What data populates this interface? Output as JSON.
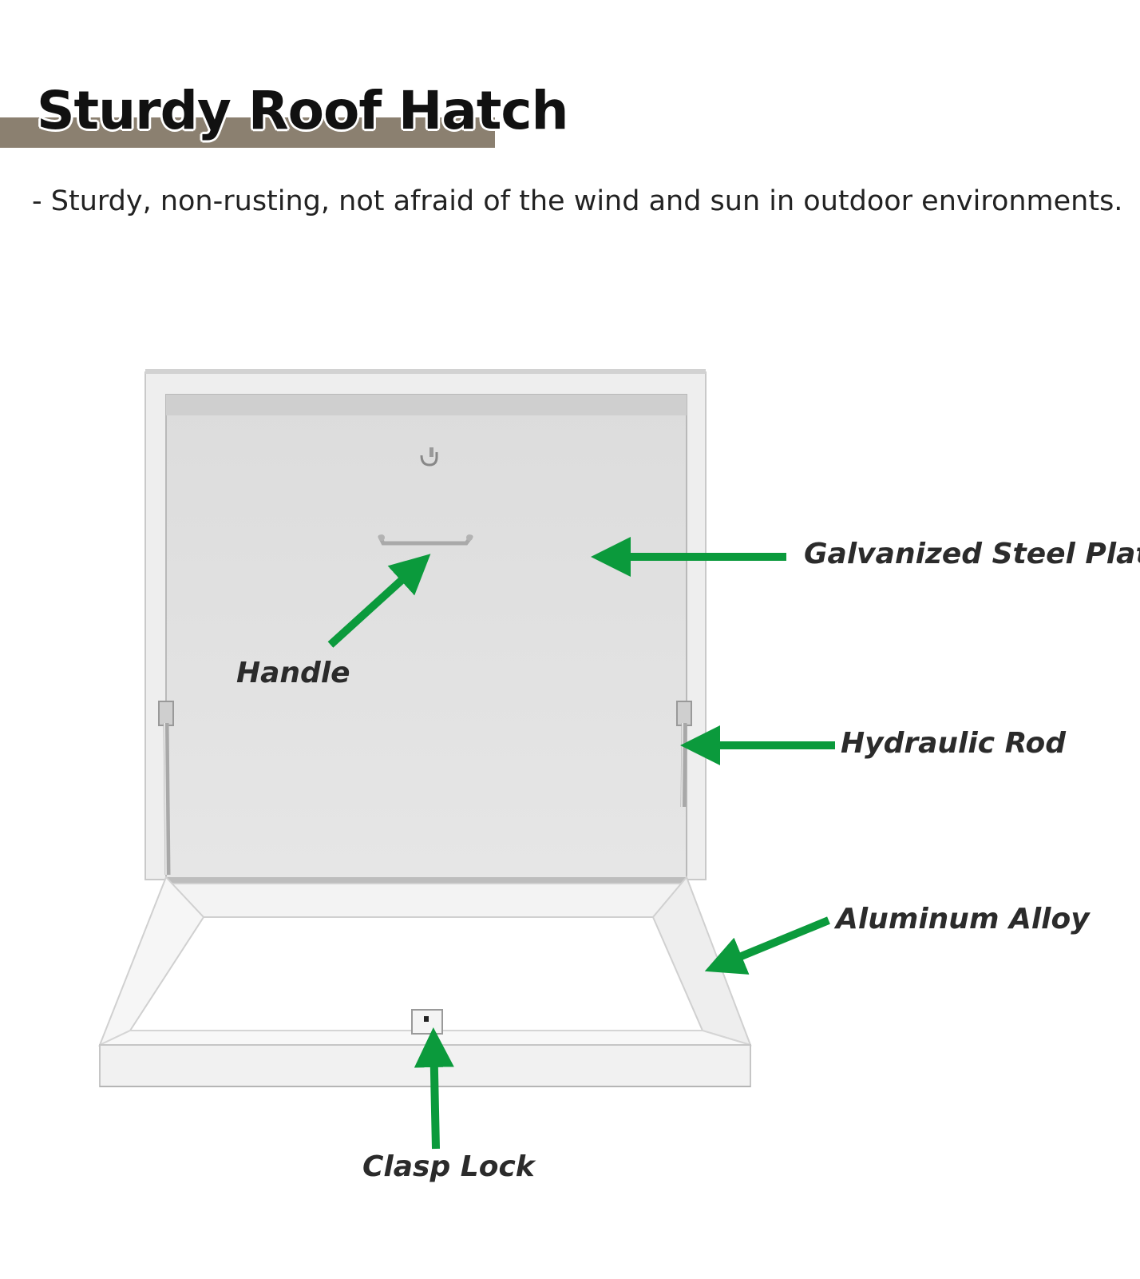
{
  "header": {
    "title": "Sturdy Roof Hatch",
    "subtitle": "- Sturdy, non-rusting, not afraid of the wind and sun in outdoor environments."
  },
  "callouts": {
    "galvanized_steel_plate": "Galvanized Steel Plate",
    "handle": "Handle",
    "hydraulic_rod": "Hydraulic Rod",
    "aluminum_alloy": "Aluminum Alloy",
    "clasp_lock": "Clasp Lock"
  },
  "colors": {
    "arrow": "#0b9a3c",
    "title_bar": "#8b8070",
    "label_text": "#2b2b2b"
  }
}
